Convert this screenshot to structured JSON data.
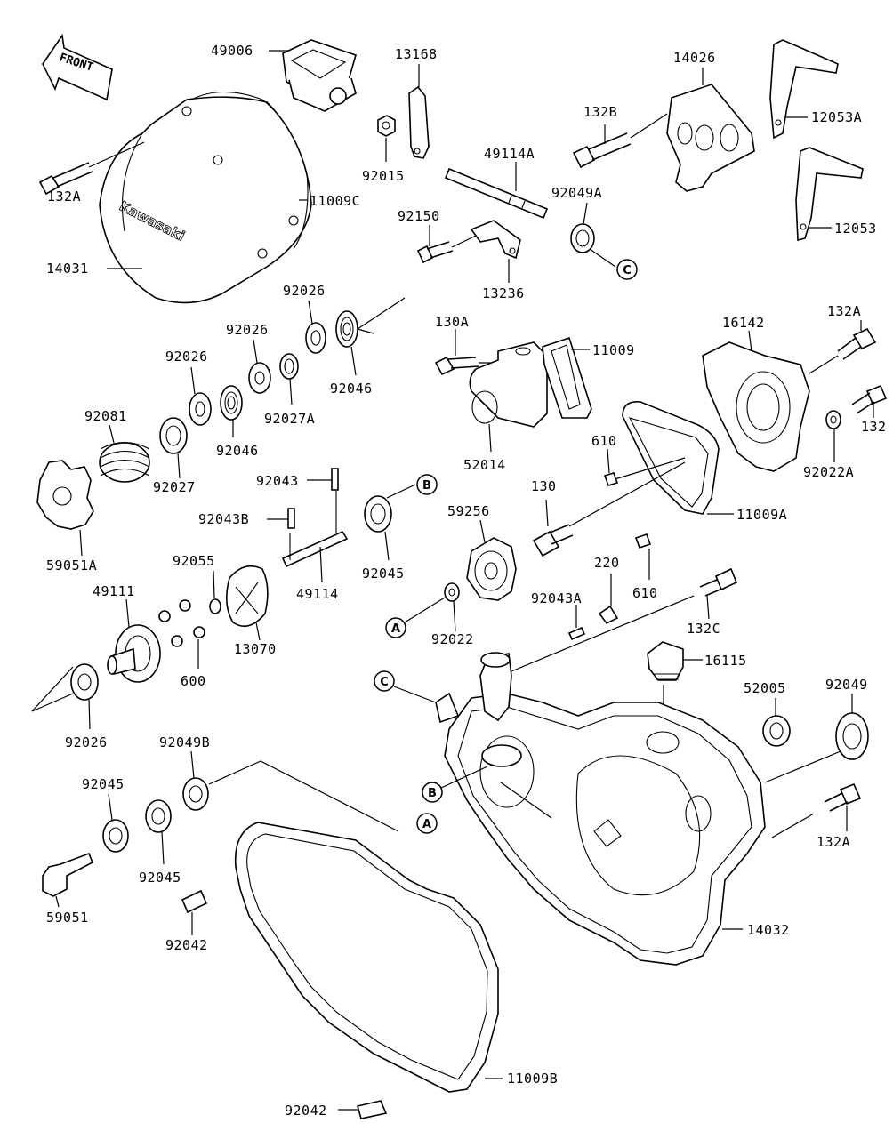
{
  "front_arrow_text": "FRONT",
  "brand_text": "Kawasaki",
  "labels": {
    "p49006": "49006",
    "p13168": "13168",
    "p14026": "14026",
    "p12053A": "12053A",
    "p12053": "12053",
    "p132B": "132B",
    "p92015": "92015",
    "p49114A": "49114A",
    "p92049A": "92049A",
    "p132A_top": "132A",
    "p11009C": "11009C",
    "p92150": "92150",
    "p13236": "13236",
    "p14031": "14031",
    "p92026_a": "92026",
    "p92026_b": "92026",
    "p92026_c": "92026",
    "p92046_a": "92046",
    "p92046_b": "92046",
    "p92027A": "92027A",
    "p92081": "92081",
    "p92027": "92027",
    "p130A": "130A",
    "p11009": "11009",
    "p16142": "16142",
    "p132A_right": "132A",
    "p132": "132",
    "p52014": "52014",
    "p610_a": "610",
    "p92022A": "92022A",
    "p92043": "92043",
    "p92043B": "92043B",
    "p59051A": "59051A",
    "p92045_a": "92045",
    "p130": "130",
    "p59256": "59256",
    "p11009A": "11009A",
    "p92055": "92055",
    "p49114": "49114",
    "p49111": "49111",
    "p13070": "13070",
    "p220": "220",
    "p610_b": "610",
    "p92043A": "92043A",
    "p92022": "92022",
    "p132C": "132C",
    "p600": "600",
    "p16115": "16115",
    "p52005": "52005",
    "p92049": "92049",
    "p92026_d": "92026",
    "p92049B": "92049B",
    "p92045_b": "92045",
    "p92045_c": "92045",
    "p132A_bottom": "132A",
    "p59051": "59051",
    "p92042_a": "92042",
    "p14032": "14032",
    "p11009B": "11009B",
    "p92042_b": "92042"
  },
  "refs": {
    "a1": "A",
    "a2": "A",
    "b1": "B",
    "b2": "B",
    "c1": "C",
    "c2": "C"
  }
}
